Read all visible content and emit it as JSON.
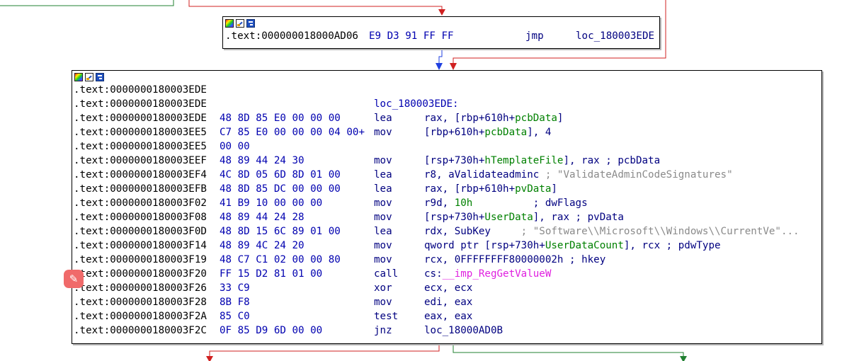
{
  "colors": {
    "edge_true": "#d02020",
    "edge_false": "#208030",
    "edge_flow": "#2040e0",
    "bytes": "#0000b0",
    "operand": "#000080",
    "named_symbol": "#008000",
    "import_symbol": "#e020e0",
    "comment": "#8a8a8a"
  },
  "node_top": {
    "header_icons": [
      "color-palette-icon",
      "edit-icon",
      "graph-icon"
    ],
    "address": ".text:000000018000AD06",
    "bytes": "E9 D3 91 FF FF",
    "mnemonic": "jmp",
    "operand": "loc_180003EDE"
  },
  "node_main": {
    "header_icons": [
      "color-palette-icon",
      "edit-icon",
      "graph-icon"
    ],
    "lines": [
      {
        "addr": ".text:0000000180003EDE",
        "bytes": "",
        "mnem": "",
        "ops": []
      },
      {
        "addr": ".text:0000000180003EDE",
        "bytes": "",
        "label": "loc_180003EDE:",
        "mnem": "",
        "ops": []
      },
      {
        "addr": ".text:0000000180003EDE",
        "bytes": "48 8D 85 E0 00 00 00",
        "mnem": "lea",
        "ops": [
          {
            "t": "rax, [rbp+610h+",
            "c": "op"
          },
          {
            "t": "pcbData",
            "c": "sym"
          },
          {
            "t": "]",
            "c": "op"
          }
        ]
      },
      {
        "addr": ".text:0000000180003EE5",
        "bytes": "C7 85 E0 00 00 00 04 00+",
        "mnem": "mov",
        "ops": [
          {
            "t": "[rbp+610h+",
            "c": "op"
          },
          {
            "t": "pcbData",
            "c": "sym"
          },
          {
            "t": "], 4",
            "c": "op"
          }
        ]
      },
      {
        "addr": ".text:0000000180003EE5",
        "bytes": "00 00",
        "mnem": "",
        "ops": []
      },
      {
        "addr": ".text:0000000180003EEF",
        "bytes": "48 89 44 24 30",
        "mnem": "mov",
        "ops": [
          {
            "t": "[rsp+730h+",
            "c": "op"
          },
          {
            "t": "hTemplateFile",
            "c": "sym"
          },
          {
            "t": "], rax ; pcbData",
            "c": "op"
          }
        ]
      },
      {
        "addr": ".text:0000000180003EF4",
        "bytes": "4C 8D 05 6D 8D 01 00",
        "mnem": "lea",
        "ops": [
          {
            "t": "r8, aValidateadminc ",
            "c": "op"
          },
          {
            "t": "; \"ValidateAdminCodeSignatures\"",
            "c": "cmt"
          }
        ]
      },
      {
        "addr": ".text:0000000180003EFB",
        "bytes": "48 8D 85 DC 00 00 00",
        "mnem": "lea",
        "ops": [
          {
            "t": "rax, [rbp+610h+",
            "c": "op"
          },
          {
            "t": "pvData",
            "c": "sym"
          },
          {
            "t": "]",
            "c": "op"
          }
        ]
      },
      {
        "addr": ".text:0000000180003F02",
        "bytes": "41 B9 10 00 00 00",
        "mnem": "mov",
        "ops": [
          {
            "t": "r9d, ",
            "c": "op"
          },
          {
            "t": "10h",
            "c": "sym"
          },
          {
            "t": "          ; dwFlags",
            "c": "op"
          }
        ]
      },
      {
        "addr": ".text:0000000180003F08",
        "bytes": "48 89 44 24 28",
        "mnem": "mov",
        "ops": [
          {
            "t": "[rsp+730h+",
            "c": "op"
          },
          {
            "t": "UserData",
            "c": "sym"
          },
          {
            "t": "], rax ; pvData",
            "c": "op"
          }
        ]
      },
      {
        "addr": ".text:0000000180003F0D",
        "bytes": "48 8D 15 6C 89 01 00",
        "mnem": "lea",
        "ops": [
          {
            "t": "rdx, SubKey     ",
            "c": "op"
          },
          {
            "t": "; \"Software\\\\Microsoft\\\\Windows\\\\CurrentVe\"...",
            "c": "cmt"
          }
        ]
      },
      {
        "addr": ".text:0000000180003F14",
        "bytes": "48 89 4C 24 20",
        "mnem": "mov",
        "ops": [
          {
            "t": "qword ptr [rsp+730h+",
            "c": "op"
          },
          {
            "t": "UserDataCount",
            "c": "sym"
          },
          {
            "t": "], rcx ; pdwType",
            "c": "op"
          }
        ]
      },
      {
        "addr": ".text:0000000180003F19",
        "bytes": "48 C7 C1 02 00 00 80",
        "mnem": "mov",
        "ops": [
          {
            "t": "rcx, 0FFFFFFFF80000002h ; hkey",
            "c": "op"
          }
        ]
      },
      {
        "addr": ".text:0000000180003F20",
        "bytes": "FF 15 D2 81 01 00",
        "mnem": "call",
        "ops": [
          {
            "t": "cs:",
            "c": "op"
          },
          {
            "t": "__imp_RegGetValueW",
            "c": "imp"
          }
        ]
      },
      {
        "addr": ".text:0000000180003F26",
        "bytes": "33 C9",
        "mnem": "xor",
        "ops": [
          {
            "t": "ecx, ecx",
            "c": "op"
          }
        ]
      },
      {
        "addr": ".text:0000000180003F28",
        "bytes": "8B F8",
        "mnem": "mov",
        "ops": [
          {
            "t": "edi, eax",
            "c": "op"
          }
        ]
      },
      {
        "addr": ".text:0000000180003F2A",
        "bytes": "85 C0",
        "mnem": "test",
        "ops": [
          {
            "t": "eax, eax",
            "c": "op"
          }
        ]
      },
      {
        "addr": ".text:0000000180003F2C",
        "bytes": "0F 85 D9 6D 00 00",
        "mnem": "jnz",
        "ops": [
          {
            "t": "loc_18000AD0B",
            "c": "op"
          }
        ]
      }
    ]
  },
  "tag_icon": "magic-wand-icon"
}
